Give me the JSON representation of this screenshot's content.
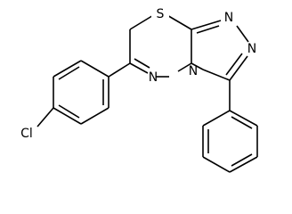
{
  "molecule": {
    "atoms": {
      "sulfur": "S",
      "chlorine": "Cl",
      "n_thiadiazine": "N",
      "n_bridge": "N",
      "n_triazole_top": "N",
      "n_triazole_right": "N"
    }
  }
}
